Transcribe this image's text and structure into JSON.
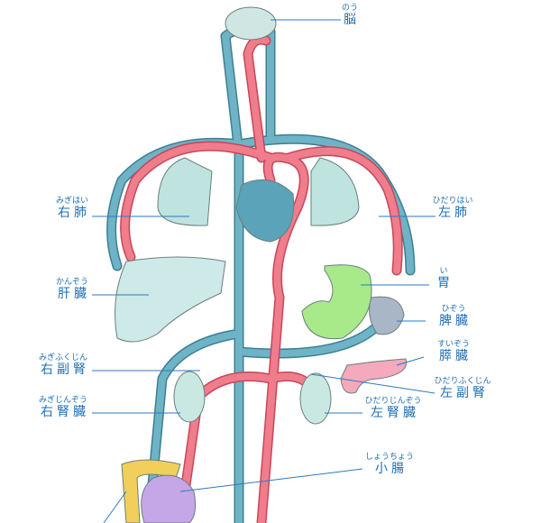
{
  "title": "体の主な臓器と血管",
  "colors": {
    "artery": "#e86a7a",
    "vein": "#5aa3b8",
    "label": "#1f6fb5",
    "lung": "#bfe3df",
    "liver": "#cde9e8",
    "stomach": "#a8ea8a",
    "spleen": "#a9b6c6",
    "pancreas": "#f4a9bd",
    "kidney": "#c9e8e2",
    "intestine": "#c5a6e6",
    "colon": "#f2cf5a"
  },
  "labels": [
    {
      "id": "brain",
      "ruby": "のう",
      "text": "脳"
    },
    {
      "id": "right-lung",
      "ruby": "みぎはい",
      "text": "右肺"
    },
    {
      "id": "left-lung",
      "ruby": "ひだりはい",
      "text": "左肺"
    },
    {
      "id": "liver",
      "ruby": "かんぞう",
      "text": "肝臓"
    },
    {
      "id": "stomach",
      "ruby": "い",
      "text": "胃"
    },
    {
      "id": "spleen",
      "ruby": "ひぞう",
      "text": "脾臓"
    },
    {
      "id": "pancreas",
      "ruby": "すいぞう",
      "text": "膵臓"
    },
    {
      "id": "right-adrenal",
      "ruby": "みぎふくじん",
      "text": "右副腎"
    },
    {
      "id": "left-adrenal",
      "ruby": "ひだりふくじん",
      "text": "左副腎"
    },
    {
      "id": "right-kidney",
      "ruby": "みぎじんぞう",
      "text": "右腎臓"
    },
    {
      "id": "left-kidney",
      "ruby": "ひだりじんぞう",
      "text": "左腎臓"
    },
    {
      "id": "small-intestine",
      "ruby": "しょうちょう",
      "text": "小腸"
    }
  ]
}
